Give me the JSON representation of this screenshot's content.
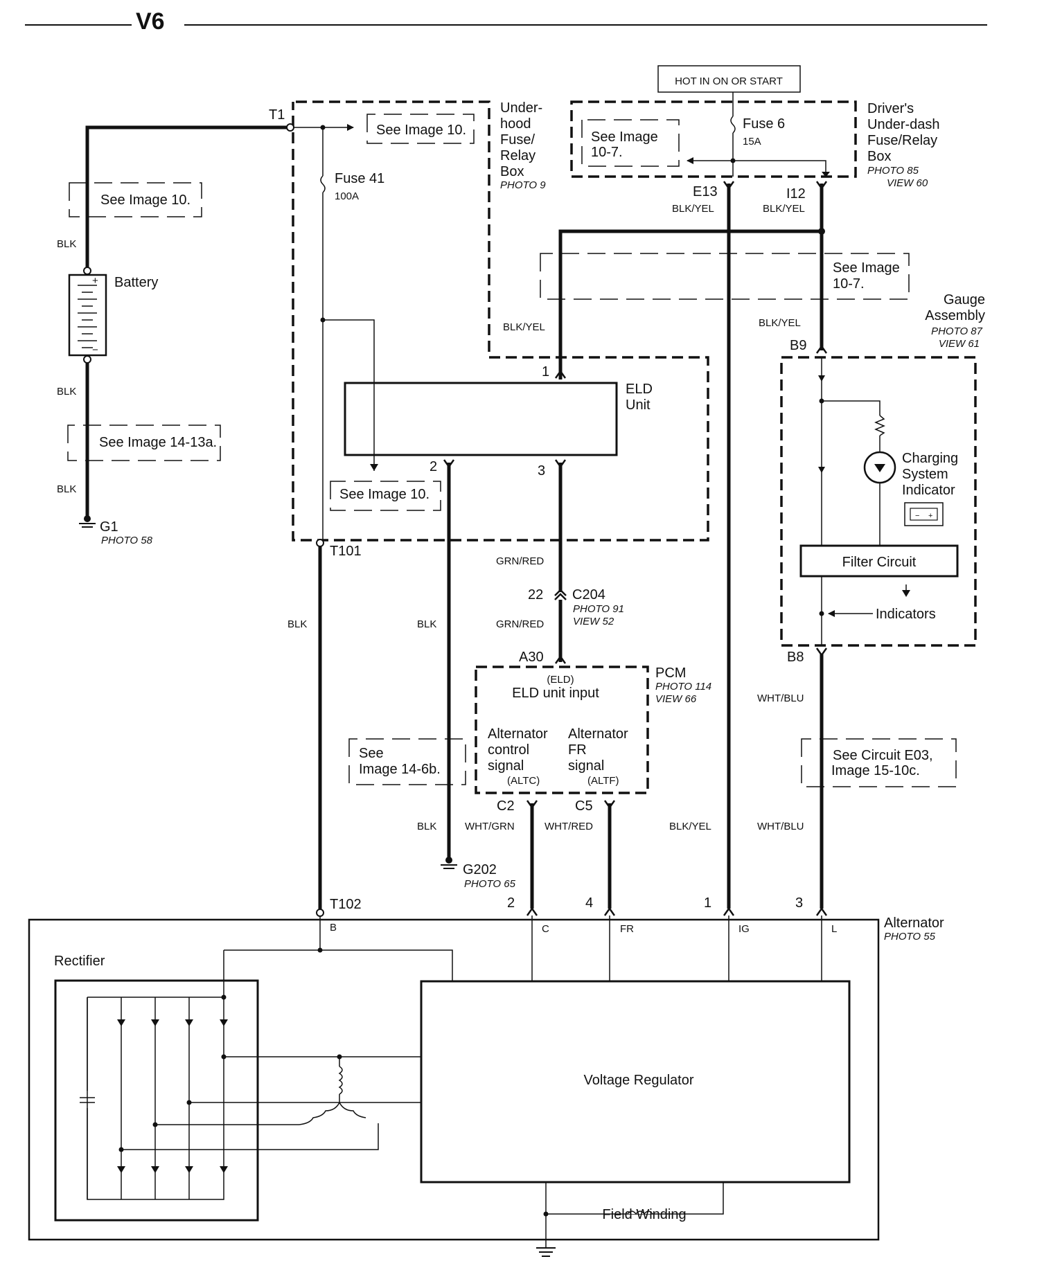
{
  "header": {
    "title": "V6"
  },
  "hot_label": "HOT IN ON OR START",
  "see_refs": {
    "img10_top": "See Image 10.",
    "img10_left": "See Image 10.",
    "img10_mid": "See Image 10.",
    "img14_13a": "See Image 14-13a.",
    "img10_7_fuse_l1": "See Image",
    "img10_7_fuse_l2": "10-7.",
    "img10_7_mid_l1": "See Image",
    "img10_7_mid_l2": "10-7.",
    "img14_6b_l1": "See",
    "img14_6b_l2": "Image 14-6b.",
    "circuit_l1": "See Circuit E03,",
    "circuit_l2": "Image 15-10c."
  },
  "components": {
    "t1": "T1",
    "t101": "T101",
    "t102": "T102",
    "fuse41": "Fuse 41",
    "fuse41_rating": "100A",
    "fuse6": "Fuse 6",
    "fuse6_rating": "15A",
    "battery": "Battery",
    "g1": "G1",
    "g1_photo": "PHOTO 58",
    "g202": "G202",
    "g202_photo": "PHOTO 65",
    "underhood_l1": "Under-",
    "underhood_l2": "hood",
    "underhood_l3": "Fuse/",
    "underhood_l4": "Relay",
    "underhood_l5": "Box",
    "underhood_photo": "PHOTO 9",
    "driver_l1": "Driver's",
    "driver_l2": "Under-dash",
    "driver_l3": "Fuse/Relay",
    "driver_l4": "Box",
    "driver_photo": "PHOTO 85",
    "driver_view": "VIEW 60",
    "gauge_l1": "Gauge",
    "gauge_l2": "Assembly",
    "gauge_photo": "PHOTO 87",
    "gauge_view": "VIEW 61",
    "eld_l1": "ELD",
    "eld_l2": "Unit",
    "charging_l1": "Charging",
    "charging_l2": "System",
    "charging_l3": "Indicator",
    "filter": "Filter Circuit",
    "indicators": "Indicators",
    "c204": "C204",
    "c204_photo": "PHOTO 91",
    "c204_view": "VIEW 52",
    "pcm": "PCM",
    "pcm_photo": "PHOTO 114",
    "pcm_view": "VIEW 66",
    "pcm_eld_small": "(ELD)",
    "pcm_eld_input": "ELD unit input",
    "altc_l1": "Alternator",
    "altc_l2": "control",
    "altc_l3": "signal",
    "altc_code": "(ALTC)",
    "altf_l1": "Alternator",
    "altf_l2": "FR",
    "altf_l3": "signal",
    "altf_code": "(ALTF)",
    "alternator": "Alternator",
    "alternator_photo": "PHOTO 55",
    "rectifier": "Rectifier",
    "regulator": "Voltage Regulator",
    "field": "Field Winding"
  },
  "pins": {
    "e13": "E13",
    "i12": "I12",
    "b9": "B9",
    "b8": "B8",
    "a30": "A30",
    "c2": "C2",
    "c5": "C5",
    "p22": "22",
    "eld1": "1",
    "eld2": "2",
    "eld3": "3",
    "alt2": "2",
    "alt4": "4",
    "alt1": "1",
    "alt3": "3",
    "b": "B",
    "c": "C",
    "fr": "FR",
    "ig": "IG",
    "l": "L"
  },
  "wires": {
    "blk1": "BLK",
    "blk2": "BLK",
    "blk3": "BLK",
    "blk4": "BLK",
    "blk5": "BLK",
    "blk6": "BLK",
    "blkyel_e13": "BLK/YEL",
    "blkyel_i12": "BLK/YEL",
    "blkyel_left": "BLK/YEL",
    "blkyel_right": "BLK/YEL",
    "blkyel_bottom": "BLK/YEL",
    "grnred1": "GRN/RED",
    "grnred2": "GRN/RED",
    "whtgrn": "WHT/GRN",
    "whtred": "WHT/RED",
    "whtblu1": "WHT/BLU",
    "whtblu2": "WHT/BLU"
  }
}
